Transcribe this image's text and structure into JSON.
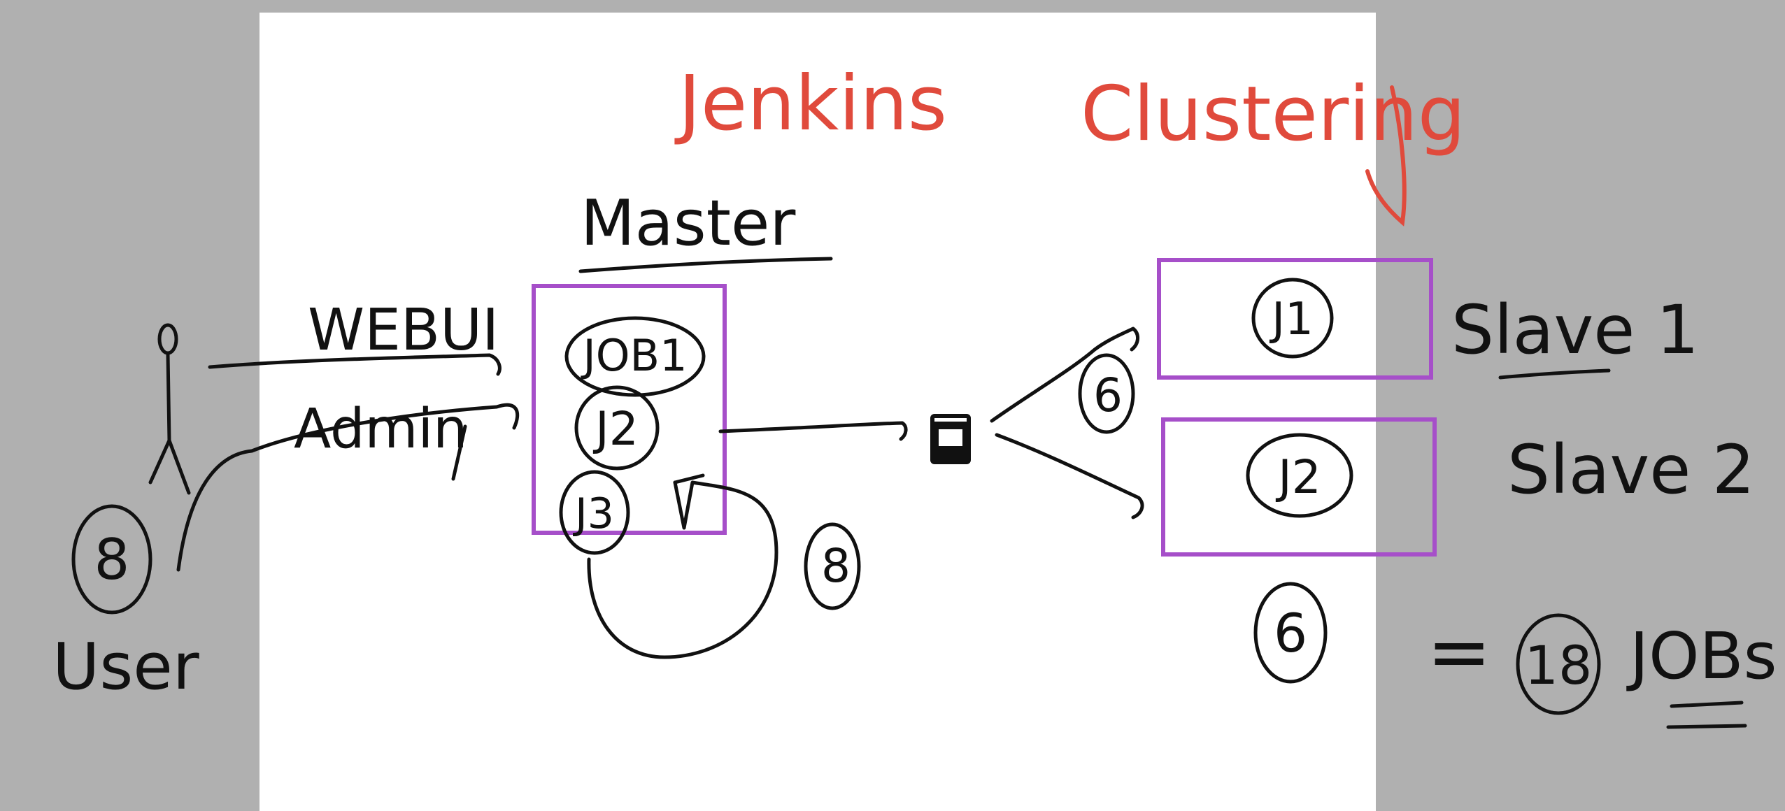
{
  "title": {
    "word1": "Jenkins",
    "word2": "Clustering"
  },
  "colors": {
    "canvas_bg": "#b0b0b0",
    "board_bg": "#ffffff",
    "ink": "#111111",
    "title_ink": "#e04a3c",
    "box_stroke": "#a64fc9"
  },
  "left": {
    "user_count": "8",
    "user_label": "User",
    "webui_label": "WEBUI",
    "admin_label": "Admin"
  },
  "master": {
    "label": "Master",
    "jobs": [
      "JOB1",
      "J2",
      "J3"
    ],
    "loop_count": "8"
  },
  "network_icon": "server-icon",
  "dispatch_count": "6",
  "slaves": [
    {
      "job": "J1",
      "label": "Slave 1"
    },
    {
      "job": "J2",
      "label": "Slave 2"
    }
  ],
  "below_slaves_count": "6",
  "total": {
    "equals": "=",
    "count": "18",
    "label": "JOBs"
  }
}
